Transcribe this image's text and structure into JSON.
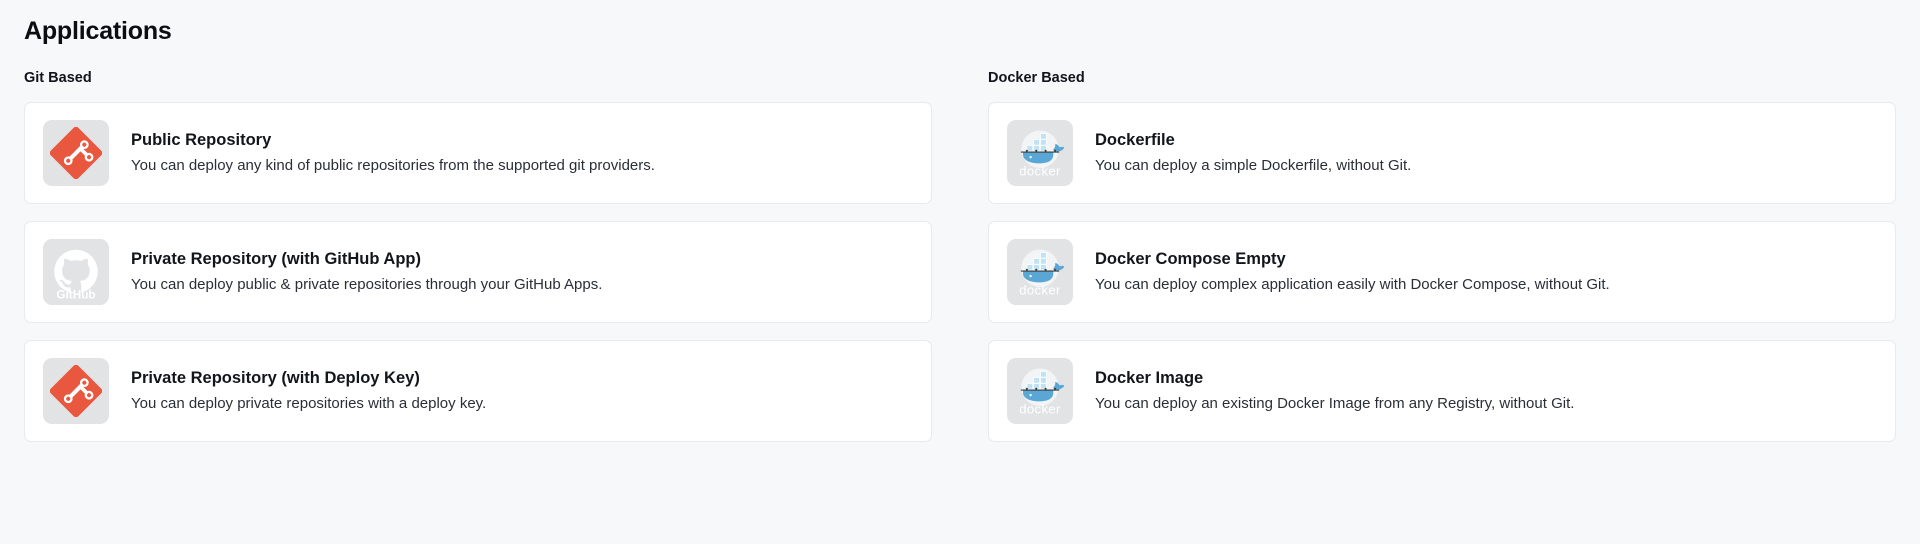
{
  "page": {
    "title": "Applications",
    "background_color": "#f7f8fa",
    "card_background_color": "#ffffff",
    "card_border_color": "#e8eaee",
    "icon_tile_color": "#e2e3e5",
    "git_accent_color": "#e9573f",
    "docker_accent_color": "#4aa3df"
  },
  "columns": [
    {
      "heading": "Git Based",
      "cards": [
        {
          "icon": "git-logo-icon",
          "title": "Public Repository",
          "description": "You can deploy any kind of public repositories from the supported git providers."
        },
        {
          "icon": "github-logo-icon",
          "title": "Private Repository (with GitHub App)",
          "description": "You can deploy public & private repositories through your GitHub Apps."
        },
        {
          "icon": "git-logo-icon",
          "title": "Private Repository (with Deploy Key)",
          "description": "You can deploy private repositories with a deploy key."
        }
      ]
    },
    {
      "heading": "Docker Based",
      "cards": [
        {
          "icon": "docker-logo-icon",
          "title": "Dockerfile",
          "description": "You can deploy a simple Dockerfile, without Git."
        },
        {
          "icon": "docker-logo-icon",
          "title": "Docker Compose Empty",
          "description": "You can deploy complex application easily with Docker Compose, without Git."
        },
        {
          "icon": "docker-logo-icon",
          "title": "Docker Image",
          "description": "You can deploy an existing Docker Image from any Registry, without Git."
        }
      ]
    }
  ]
}
